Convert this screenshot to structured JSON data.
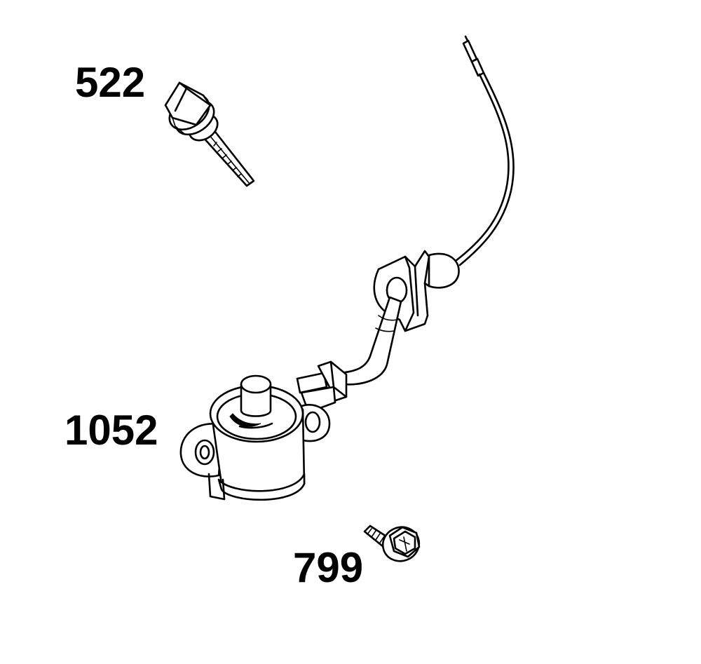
{
  "labels": {
    "part_522": "522",
    "part_1052": "1052",
    "part_799": "799"
  },
  "colors": {
    "line": "#000000",
    "background": "#ffffff"
  }
}
